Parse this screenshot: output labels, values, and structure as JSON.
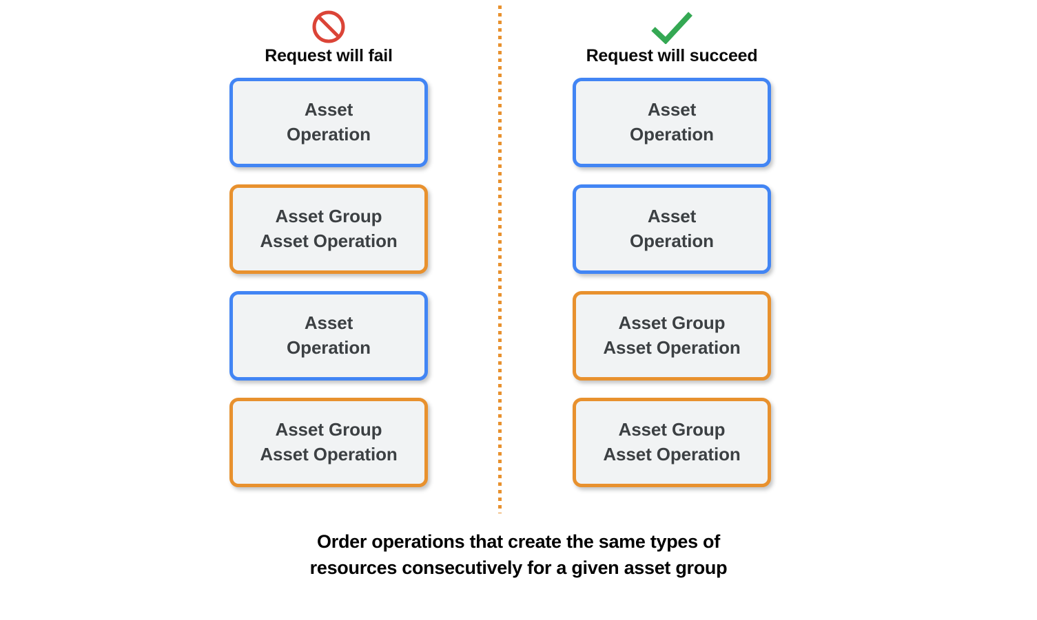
{
  "diagram": {
    "type": "comparison-diagram",
    "background_color": "#ffffff",
    "divider": {
      "style": "dotted",
      "color": "#e8912e",
      "orientation": "vertical"
    },
    "colors": {
      "blue_border": "#4285f4",
      "orange_border": "#e8912e",
      "box_fill": "#f1f3f4",
      "box_text": "#3c4043",
      "heading_text": "#0a0a0a",
      "caption_text": "#000000",
      "fail_icon": "#db4437",
      "success_icon": "#34a853"
    },
    "columns": [
      {
        "id": "fail",
        "icon": "prohibition-icon",
        "icon_color": "#db4437",
        "title": "Request will fail",
        "nodes": [
          {
            "label": "Asset\nOperation",
            "type": "blue"
          },
          {
            "label": "Asset Group\nAsset Operation",
            "type": "orange"
          },
          {
            "label": "Asset\nOperation",
            "type": "blue"
          },
          {
            "label": "Asset Group\nAsset Operation",
            "type": "orange"
          }
        ]
      },
      {
        "id": "succeed",
        "icon": "check-icon",
        "icon_color": "#34a853",
        "title": "Request will succeed",
        "nodes": [
          {
            "label": "Asset\nOperation",
            "type": "blue"
          },
          {
            "label": "Asset\nOperation",
            "type": "blue"
          },
          {
            "label": "Asset Group\nAsset Operation",
            "type": "orange"
          },
          {
            "label": "Asset Group\nAsset Operation",
            "type": "orange"
          }
        ]
      }
    ],
    "caption": "Order operations that create the same types of\nresources consecutively for a given asset group"
  }
}
